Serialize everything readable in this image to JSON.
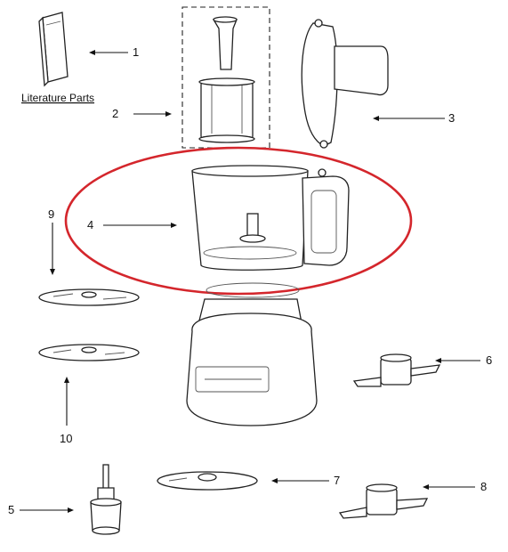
{
  "diagram": {
    "literature_label": "Literature Parts",
    "highlight_color": "#d4262c",
    "callouts": [
      {
        "id": "c1",
        "label": "1"
      },
      {
        "id": "c2",
        "label": "2"
      },
      {
        "id": "c3",
        "label": "3"
      },
      {
        "id": "c4",
        "label": "4"
      },
      {
        "id": "c5",
        "label": "5"
      },
      {
        "id": "c6",
        "label": "6"
      },
      {
        "id": "c7",
        "label": "7"
      },
      {
        "id": "c8",
        "label": "8"
      },
      {
        "id": "c9",
        "label": "9"
      },
      {
        "id": "c10",
        "label": "10"
      }
    ]
  }
}
